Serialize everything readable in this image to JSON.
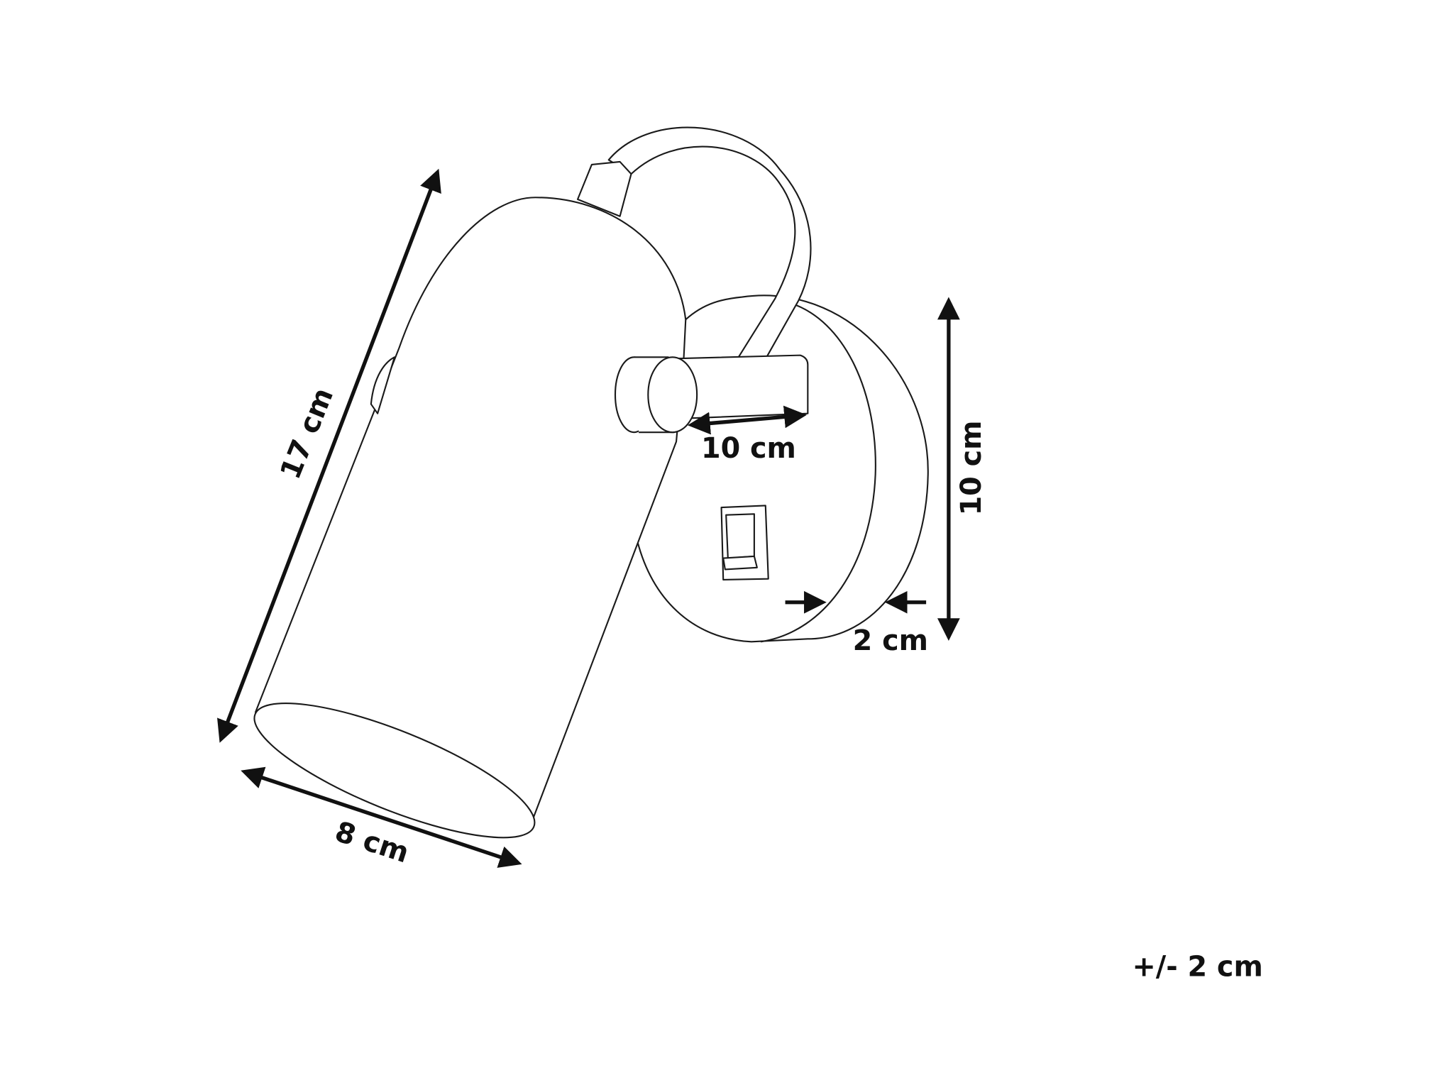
{
  "dimensions": {
    "shade_length": "17 cm",
    "shade_diameter": "8 cm",
    "arm_length": "10 cm",
    "base_diameter": "10 cm",
    "base_depth": "2 cm"
  },
  "tolerance": "+/- 2 cm",
  "colors": {
    "line": "#1a1a1a",
    "background": "#ffffff"
  }
}
